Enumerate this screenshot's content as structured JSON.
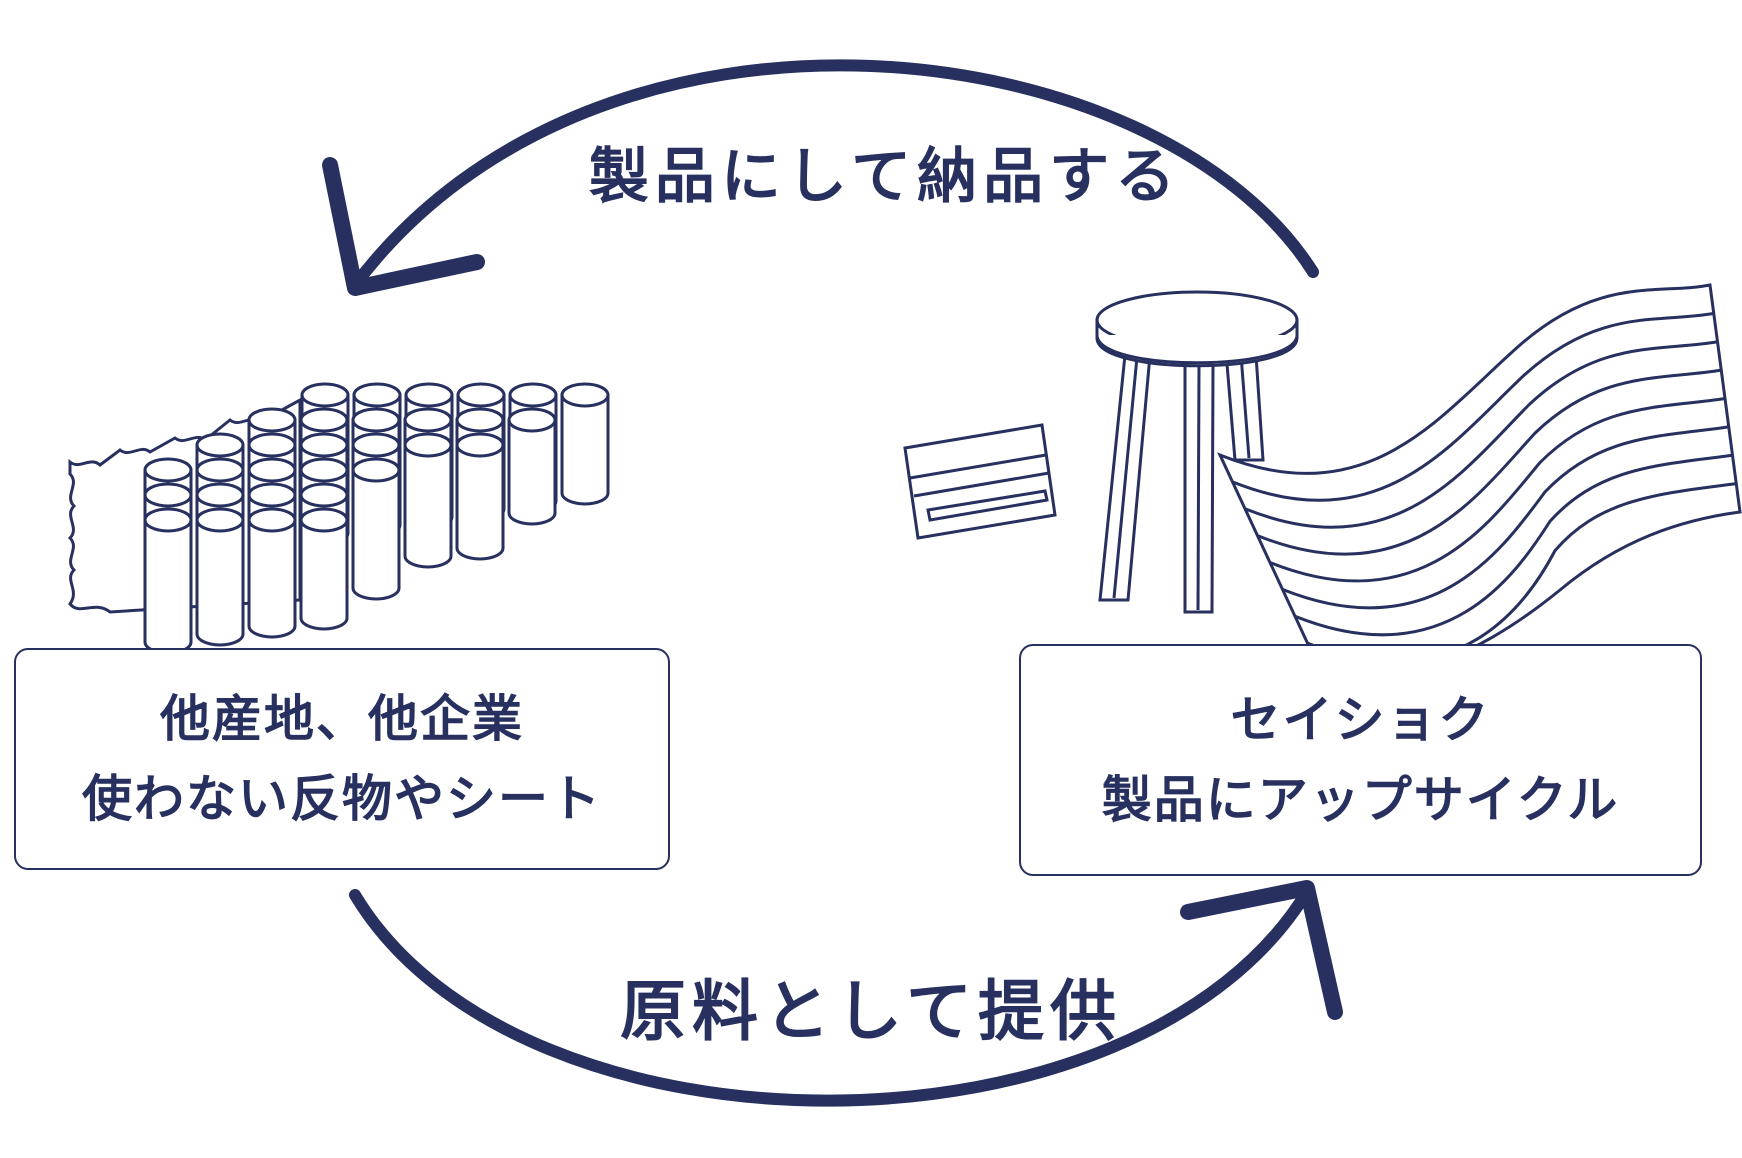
{
  "colors": {
    "ink": "#27305f",
    "background": "#ffffff"
  },
  "cycle": {
    "top_arrow_label": "製品にして納品する",
    "bottom_arrow_label": "原料として提供"
  },
  "left_node": {
    "line1": "他産地、他企業",
    "line2": "使わない反物やシート",
    "icon": "fabric-rolls-icon"
  },
  "right_node": {
    "line1": "セイショク",
    "line2": "製品にアップサイクル",
    "icons": [
      "stool-icon",
      "tray-icon",
      "wavy-panel-icon"
    ]
  }
}
